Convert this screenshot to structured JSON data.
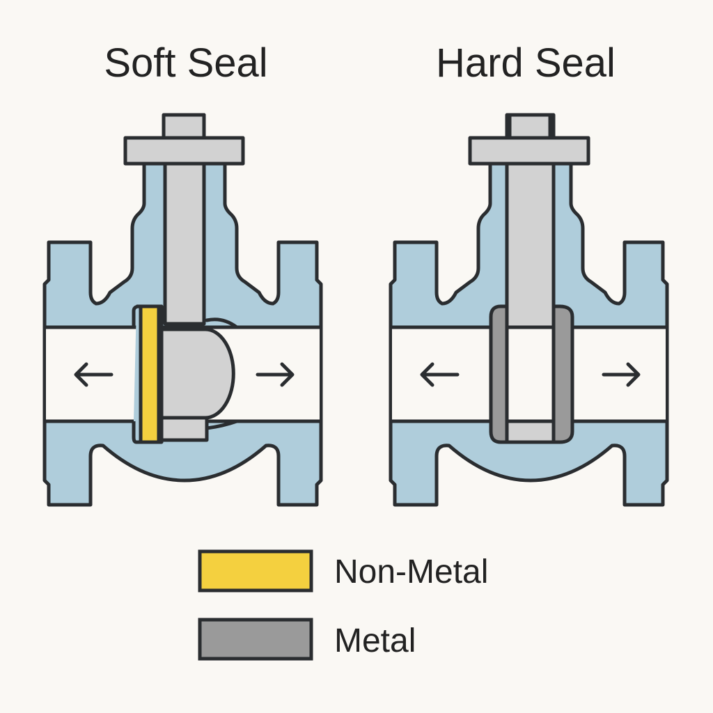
{
  "titles": {
    "soft": "Soft Seal",
    "hard": "Hard Seal"
  },
  "legend": [
    {
      "label": "Non-Metal",
      "color": "#f4d03f"
    },
    {
      "label": "Metal",
      "color": "#9a9a9a"
    }
  ],
  "colors": {
    "body": "#afcddb",
    "stem": "#d2d2d2",
    "outline": "#2a2d30",
    "background": "#faf8f4"
  },
  "flow_direction_icons": [
    "arrow-left",
    "arrow-right"
  ]
}
